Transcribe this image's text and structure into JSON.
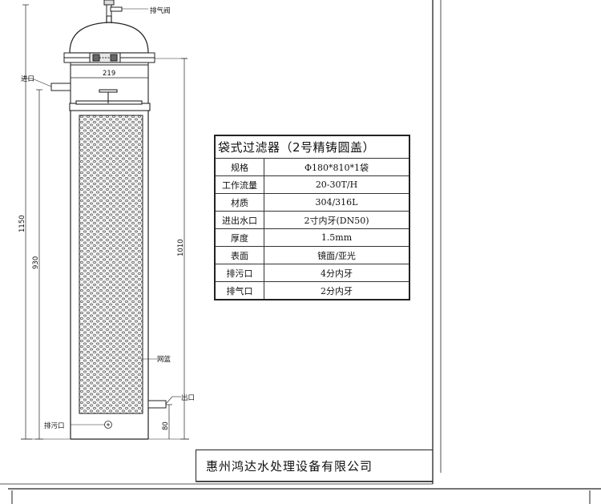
{
  "labels": {
    "vent_valve": "排气阀",
    "inlet": "进口",
    "outlet": "出口",
    "drain": "排污口",
    "basket": "网篮"
  },
  "dimensions": {
    "width_219": "219",
    "total_1150": "1150",
    "body_930": "930",
    "inner_1010": "1010",
    "outlet_80": "80"
  },
  "spec_table": {
    "title": "袋式过滤器（2号精铸圆盖）",
    "rows": [
      {
        "key": "规格",
        "value": "Φ180*810*1袋"
      },
      {
        "key": "工作流量",
        "value": "20-30T/H"
      },
      {
        "key": "材质",
        "value": "304/316L"
      },
      {
        "key": "进出水口",
        "value": "2寸内牙(DN50)"
      },
      {
        "key": "厚度",
        "value": "1.5mm"
      },
      {
        "key": "表面",
        "value": "镜面/亚光"
      },
      {
        "key": "排污口",
        "value": "4分内牙"
      },
      {
        "key": "排气口",
        "value": "2分内牙"
      }
    ]
  },
  "company": "惠州鸿达水处理设备有限公司",
  "icons": [
    "valve-icon",
    "perforated-basket-pattern",
    "drain-port-icon"
  ]
}
